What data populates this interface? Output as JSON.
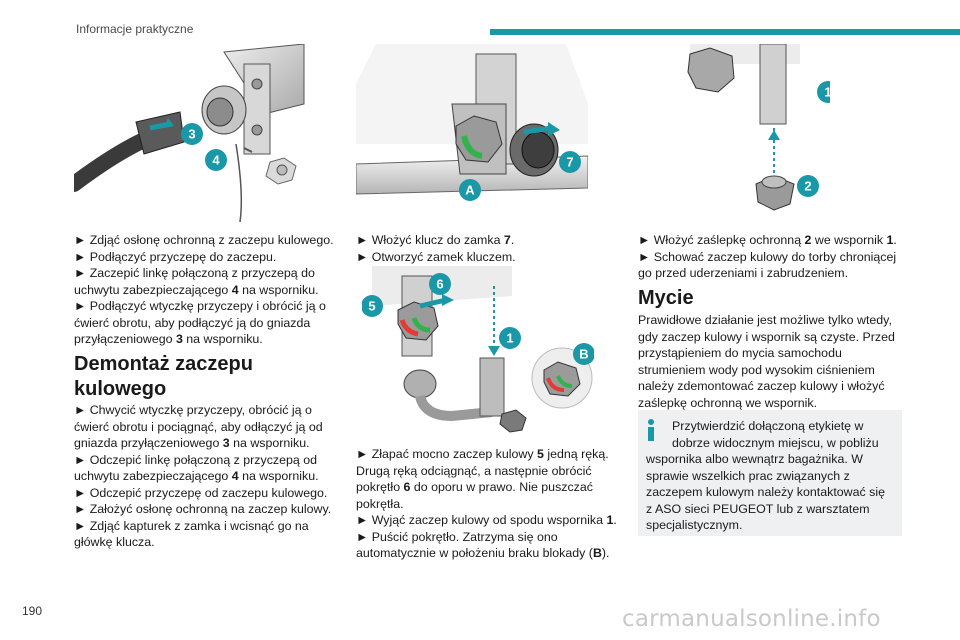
{
  "header": {
    "title": "Informacje praktyczne",
    "accent_color": "#1a98a8"
  },
  "page_number": "190",
  "watermark": "carmanualsonline.info",
  "figures": {
    "fig1": {
      "callouts": [
        "3",
        "4"
      ]
    },
    "fig2": {
      "callouts": [
        "7",
        "A"
      ]
    },
    "fig3": {
      "callouts": [
        "1",
        "2"
      ]
    },
    "fig4": {
      "callouts": [
        "5",
        "6",
        "1",
        "B"
      ]
    }
  },
  "col1": {
    "steps1": [
      "► Zdjąć osłonę ochronną z zaczepu kulowego.",
      "► Podłączyć przyczepę do zaczepu.",
      "► Zaczepić linkę połączoną z przyczepą do uchwytu zabezpieczającego 4 na wsporniku.",
      "► Podłączyć wtyczkę przyczepy i obrócić ją o ćwierć obrotu, aby podłączyć ją do gniazda przyłączeniowego 3 na wsporniku."
    ],
    "heading": "Demontaż zaczepu kulowego",
    "steps2": [
      "► Chwycić wtyczkę przyczepy, obrócić ją o ćwierć obrotu i pociągnąć, aby odłączyć ją od gniazda przyłączeniowego 3 na wsporniku.",
      "► Odczepić linkę połączoną z przyczepą od uchwytu zabezpieczającego 4 na wsporniku.",
      "► Odczepić przyczepę od zaczepu kulowego.",
      "► Założyć osłonę ochronną na zaczep kulowy.",
      "► Zdjąć kapturek z zamka i wcisnąć go na główkę klucza."
    ]
  },
  "col2": {
    "steps1": [
      "► Włożyć klucz do zamka 7.",
      "► Otworzyć zamek kluczem."
    ],
    "steps2": [
      "► Złapać mocno zaczep kulowy 5 jedną ręką. Drugą ręką odciągnąć, a następnie obrócić pokrętło 6 do oporu w prawo. Nie puszczać pokrętła.",
      "► Wyjąć zaczep kulowy od spodu wspornika 1.",
      "► Puścić pokrętło. Zatrzyma się ono automatycznie w położeniu braku blokady (B)."
    ]
  },
  "col3": {
    "steps1": [
      "► Włożyć zaślepkę ochronną 2 we wspornik 1.",
      "► Schować zaczep kulowy do torby chroniącej go przed uderzeniami i zabrudzeniem."
    ],
    "heading": "Mycie",
    "body": "Prawidłowe działanie jest możliwe tylko wtedy, gdy zaczep kulowy i wspornik są czyste. Przed przystąpieniem do mycia samochodu strumieniem wody pod wysokim ciśnieniem należy zdemontować zaczep kulowy i włożyć zaślepkę ochronną we wspornik.",
    "info_first": "Przytwierdzić dołączoną etykietę w dobrze widocznym miejscu, w pobliżu",
    "info_rest": "wspornika albo wewnątrz bagażnika. W sprawie wszelkich prac związanych z zaczepem kulowym należy kontaktować się z ASO sieci PEUGEOT lub z warsztatem specjalistycznym."
  }
}
